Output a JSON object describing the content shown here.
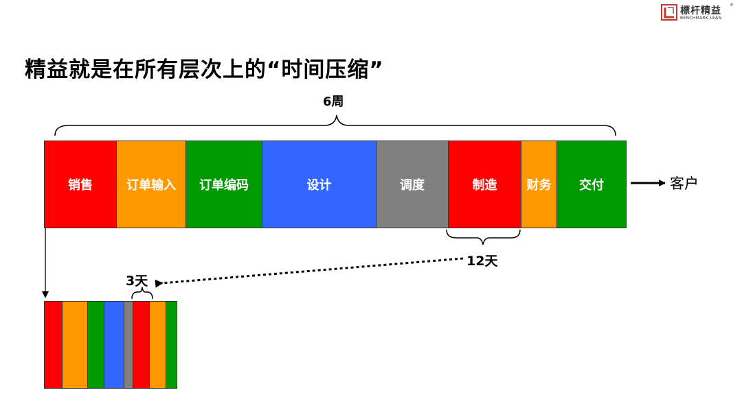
{
  "logo": {
    "text_cn": "標杆精益",
    "text_en": "BENCHMARK LEAN",
    "registered": "®",
    "mark_color": "#c0392b"
  },
  "title": "精益就是在所有层次上的“时间压缩”",
  "top_brace_label": "6周",
  "process": [
    {
      "label": "销售",
      "color": "#ff0000",
      "width": 105
    },
    {
      "label": "订单输入",
      "color": "#ff9900",
      "width": 101
    },
    {
      "label": "订单编码",
      "color": "#009900",
      "width": 111
    },
    {
      "label": "设计",
      "color": "#3366ff",
      "width": 166
    },
    {
      "label": "调度",
      "color": "#808080",
      "width": 105
    },
    {
      "label": "制造",
      "color": "#ff0000",
      "width": 106
    },
    {
      "label": "财务",
      "color": "#ff9900",
      "width": 52
    },
    {
      "label": "交付",
      "color": "#009900",
      "width": 100
    }
  ],
  "customer": "客户",
  "sub_brace_label": "12天",
  "small_brace_label": "3天",
  "compressed": [
    {
      "color": "#ff0000",
      "width": 26
    },
    {
      "color": "#ff9900",
      "width": 37
    },
    {
      "color": "#009900",
      "width": 24
    },
    {
      "color": "#3366ff",
      "width": 29
    },
    {
      "color": "#808080",
      "width": 13
    },
    {
      "color": "#ff0000",
      "width": 24
    },
    {
      "color": "#ff9900",
      "width": 24
    },
    {
      "color": "#009900",
      "width": 15
    }
  ]
}
